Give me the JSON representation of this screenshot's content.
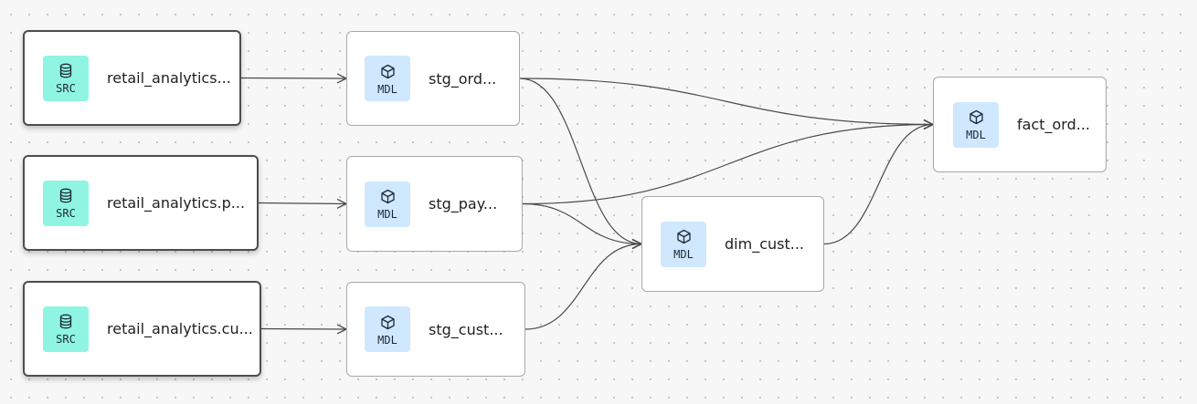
{
  "diagram": {
    "nodes": [
      {
        "id": "src_orders",
        "kind": "source",
        "badge": "SRC",
        "icon": "database-icon",
        "label": "retail_analytics..."
      },
      {
        "id": "src_payments",
        "kind": "source",
        "badge": "SRC",
        "icon": "database-icon",
        "label": "retail_analytics.p..."
      },
      {
        "id": "src_customers",
        "kind": "source",
        "badge": "SRC",
        "icon": "database-icon",
        "label": "retail_analytics.cu..."
      },
      {
        "id": "stg_orders",
        "kind": "model",
        "badge": "MDL",
        "icon": "cube-icon",
        "label": "stg_ord..."
      },
      {
        "id": "stg_payments",
        "kind": "model",
        "badge": "MDL",
        "icon": "cube-icon",
        "label": "stg_pay..."
      },
      {
        "id": "stg_customers",
        "kind": "model",
        "badge": "MDL",
        "icon": "cube-icon",
        "label": "stg_cust..."
      },
      {
        "id": "dim_customers",
        "kind": "model",
        "badge": "MDL",
        "icon": "cube-icon",
        "label": "dim_cust..."
      },
      {
        "id": "fact_orders",
        "kind": "model",
        "badge": "MDL",
        "icon": "cube-icon",
        "label": "fact_ord..."
      }
    ],
    "edges": [
      {
        "from": "src_orders",
        "to": "stg_orders"
      },
      {
        "from": "src_payments",
        "to": "stg_payments"
      },
      {
        "from": "src_customers",
        "to": "stg_customers"
      },
      {
        "from": "stg_orders",
        "to": "fact_orders"
      },
      {
        "from": "stg_orders",
        "to": "dim_customers"
      },
      {
        "from": "stg_payments",
        "to": "fact_orders"
      },
      {
        "from": "stg_payments",
        "to": "dim_customers"
      },
      {
        "from": "stg_customers",
        "to": "dim_customers"
      },
      {
        "from": "dim_customers",
        "to": "fact_orders"
      }
    ],
    "colors": {
      "source_badge": "#8ff5e2",
      "model_badge": "#cfe8fd",
      "edge": "#4a4a4a",
      "canvas": "#f7f7f7"
    }
  }
}
